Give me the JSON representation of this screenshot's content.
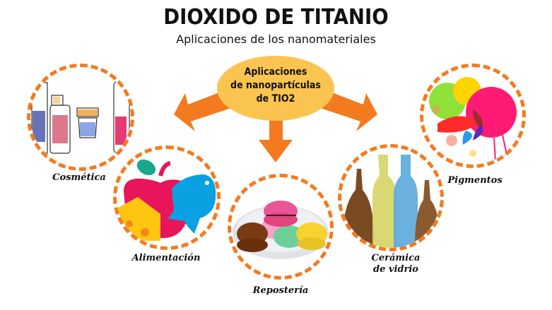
{
  "header": {
    "title": "DIOXIDO DE TITANIO",
    "subtitle": "Aplicaciones de los nanomateriales"
  },
  "hub": {
    "line1": "Aplicaciones",
    "line2": "de nanopartículas",
    "line3": "de TIO2",
    "color": "#fbc450"
  },
  "colors": {
    "arrow": "#f47a1f",
    "dashed_border": "#f47a1f"
  },
  "applications": [
    {
      "label": "Cosmética",
      "icon": "cosmetics-bottles-icon"
    },
    {
      "label": "Alimentación",
      "icon": "food-apple-cheese-fish-icon"
    },
    {
      "label": "Repostería",
      "icon": "macarons-plate-icon"
    },
    {
      "label": "Cerámica de vidrio",
      "label_line1": "Cerámica",
      "label_line2": "de vidrio",
      "icon": "glass-bottles-icon"
    },
    {
      "label": "Pigmentos",
      "icon": "paint-splash-icon"
    }
  ]
}
